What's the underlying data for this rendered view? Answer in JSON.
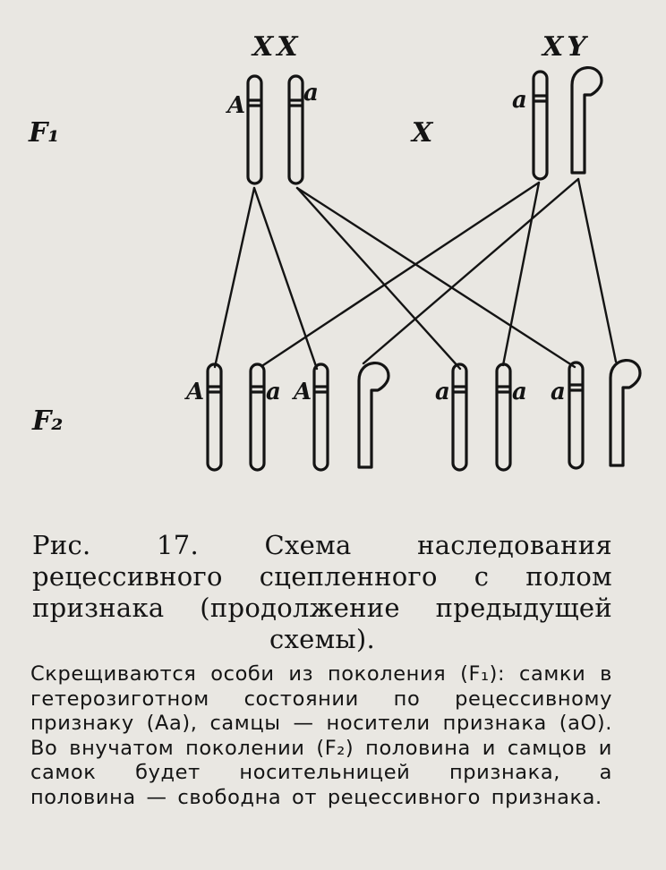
{
  "figure": {
    "generation_labels": {
      "f1": "F₁",
      "f2": "F₂"
    },
    "parents": {
      "female": {
        "sex_label": "XX",
        "alleles": [
          "A",
          "a"
        ]
      },
      "cross_symbol": "X",
      "male": {
        "sex_label": "XY",
        "alleles": [
          "a"
        ]
      }
    },
    "offspring_alleles": [
      "A",
      "a",
      "A",
      "",
      "a",
      "a",
      "a",
      ""
    ]
  },
  "caption": "Рис. 17. Схема наследования рецессивного сцепленного с полом признака (продолжение предыдущей схемы).",
  "description": "Скрещиваются особи из поколения (F₁): самки в гетерозиготном состоянии по рецессивному признаку (Aa), самцы — носители признака (aO). Во внучатом поколении (F₂) половина и самцов и самок будет носительницей признака, а половина — свободна от рецессивного признака.",
  "colors": {
    "ink": "#141414",
    "paper": "#e9e7e2"
  }
}
